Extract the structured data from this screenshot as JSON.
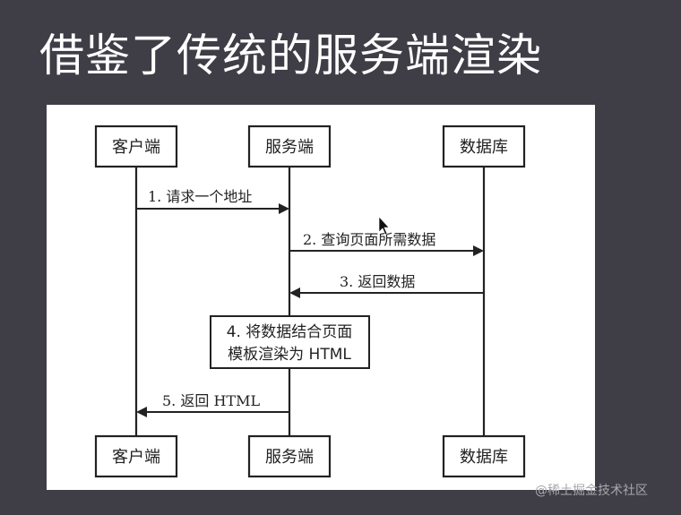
{
  "slide": {
    "title": "借鉴了传统的服务端渲染"
  },
  "diagram": {
    "actors": {
      "client": "客户端",
      "server": "服务端",
      "database": "数据库"
    },
    "messages": {
      "m1": "1. 请求一个地址",
      "m2": "2. 查询页面所需数据",
      "m3": "3. 返回数据",
      "m5": "5. 返回 HTML"
    },
    "note": {
      "line1": "4. 将数据结合页面",
      "line2": "模板渲染为 HTML"
    }
  },
  "watermark": {
    "text": "@稀土掘金技术社区"
  }
}
